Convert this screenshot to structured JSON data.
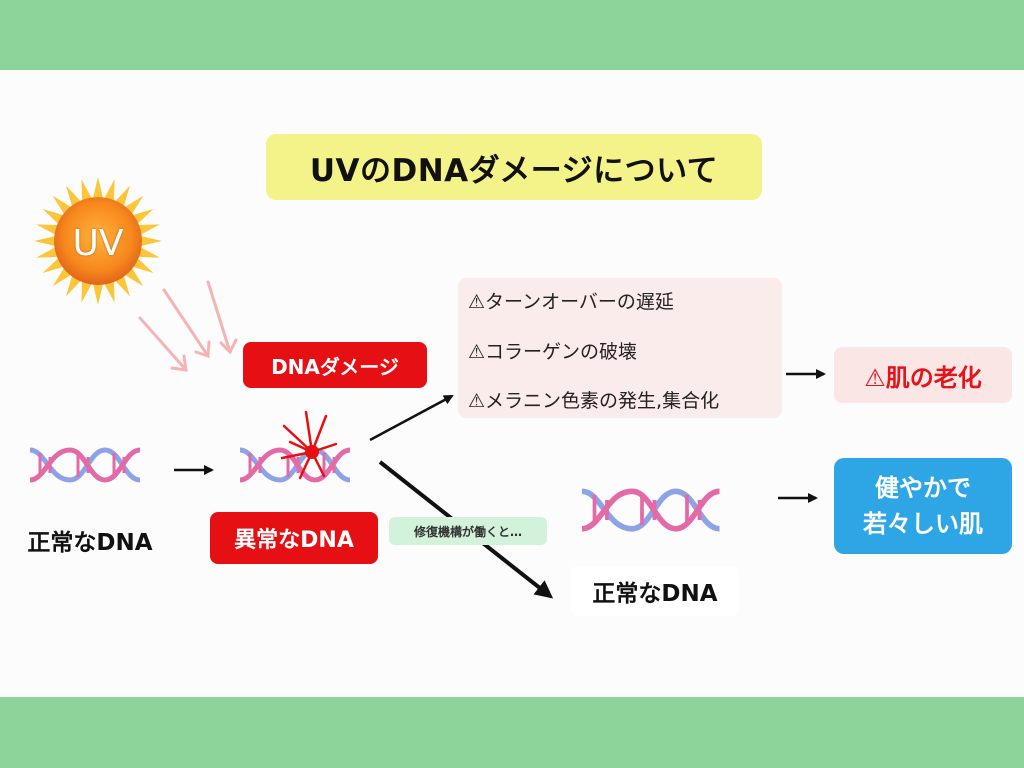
{
  "title": "UVのDNAダメージについて",
  "sun": {
    "label": "UV"
  },
  "tags": {
    "dna_damage": "DNAダメージ",
    "abnormal_dna": "異常なDNA",
    "normal_dna_left": "正常なDNA",
    "normal_dna_right": "正常なDNA"
  },
  "effects": [
    "⚠ターンオーバーの遅延",
    "⚠コラーゲンの破壊",
    "⚠メラニン色素の発生,集合化"
  ],
  "outcomes": {
    "aging": "⚠肌の老化",
    "healthy_line1": "健やかで",
    "healthy_line2": "若々しい肌"
  },
  "repair_note": "修復機構が働くと…",
  "colors": {
    "band": "#8dd49b",
    "title_bg": "#f3f38a",
    "red_tag": "#e60f14",
    "effects_bg": "#fbecec",
    "aging_text": "#e3141b",
    "healthy_bg": "#2ea6e6",
    "repair_bg": "#d2f2dc",
    "dna_pink": "#e36aa6",
    "dna_blue": "#8ea2e6"
  },
  "icons": [
    "sun-icon",
    "uv-ray-arrow-icon",
    "dna-helix-icon",
    "damage-burst-icon",
    "arrow-right-icon",
    "warning-icon"
  ]
}
